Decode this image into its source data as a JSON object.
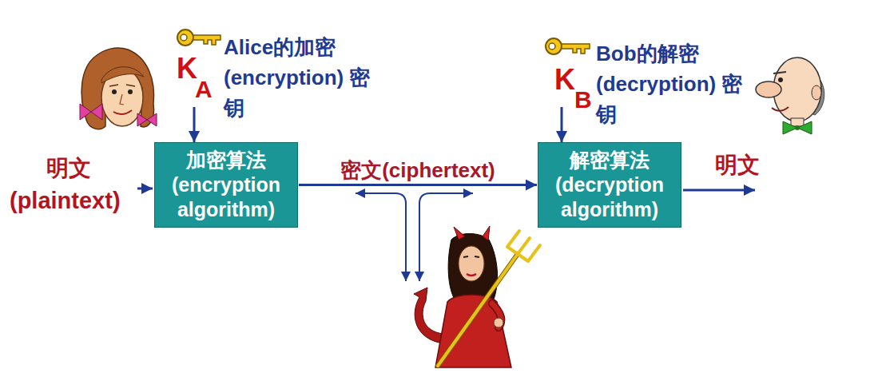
{
  "diagram": {
    "nodes": [
      {
        "text": [
          "加密算法 (encryption algorithm)"
        ]
      },
      {
        "text": [
          "解密算法 (decryption algorithm)"
        ]
      }
    ],
    "edges": [
      {
        "from": 0,
        "to": 1,
        "label": "密文(ciphertext)",
        "arrow": "to"
      }
    ],
    "labels": [
      "明文",
      "(plaintext)",
      "K",
      "A",
      "Alice的加密 (encryption) 密钥",
      "K",
      "B",
      "Bob的解密 (decryption) 密钥",
      "明文"
    ]
  }
}
